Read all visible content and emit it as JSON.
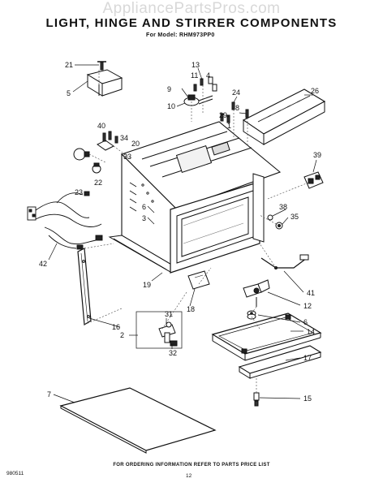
{
  "watermark": "AppliancePartsPros.com",
  "title": "LIGHT, HINGE AND STIRRER COMPONENTS",
  "subtitle": "For Model: RHM973PP0",
  "footer": {
    "note": "FOR ORDERING INFORMATION REFER TO PARTS PRICE LIST",
    "code": "980511",
    "page": "12"
  },
  "callouts": [
    {
      "id": "c21",
      "label": "21"
    },
    {
      "id": "c5",
      "label": "5"
    },
    {
      "id": "c13",
      "label": "13"
    },
    {
      "id": "c11",
      "label": "11"
    },
    {
      "id": "c4",
      "label": "4"
    },
    {
      "id": "c9",
      "label": "9"
    },
    {
      "id": "c10",
      "label": "10"
    },
    {
      "id": "c24",
      "label": "24"
    },
    {
      "id": "c8",
      "label": "8"
    },
    {
      "id": "c26",
      "label": "26"
    },
    {
      "id": "c29",
      "label": "29"
    },
    {
      "id": "c1",
      "label": "1"
    },
    {
      "id": "c40",
      "label": "40"
    },
    {
      "id": "c34",
      "label": "34"
    },
    {
      "id": "c20",
      "label": "20"
    },
    {
      "id": "c33",
      "label": "33"
    },
    {
      "id": "c39",
      "label": "39"
    },
    {
      "id": "c22",
      "label": "22"
    },
    {
      "id": "c23",
      "label": "23"
    },
    {
      "id": "c6a",
      "label": "6"
    },
    {
      "id": "c3",
      "label": "3"
    },
    {
      "id": "c38",
      "label": "38"
    },
    {
      "id": "c35",
      "label": "35"
    },
    {
      "id": "c42",
      "label": "42"
    },
    {
      "id": "c41",
      "label": "41"
    },
    {
      "id": "c19",
      "label": "19"
    },
    {
      "id": "c12",
      "label": "12"
    },
    {
      "id": "c18",
      "label": "18"
    },
    {
      "id": "c6b",
      "label": "6"
    },
    {
      "id": "c14",
      "label": "14"
    },
    {
      "id": "c16",
      "label": "16"
    },
    {
      "id": "c31",
      "label": "31"
    },
    {
      "id": "c2",
      "label": "2"
    },
    {
      "id": "c32",
      "label": "32"
    },
    {
      "id": "c17",
      "label": "17"
    },
    {
      "id": "c7",
      "label": "7"
    },
    {
      "id": "c15",
      "label": "15"
    }
  ]
}
